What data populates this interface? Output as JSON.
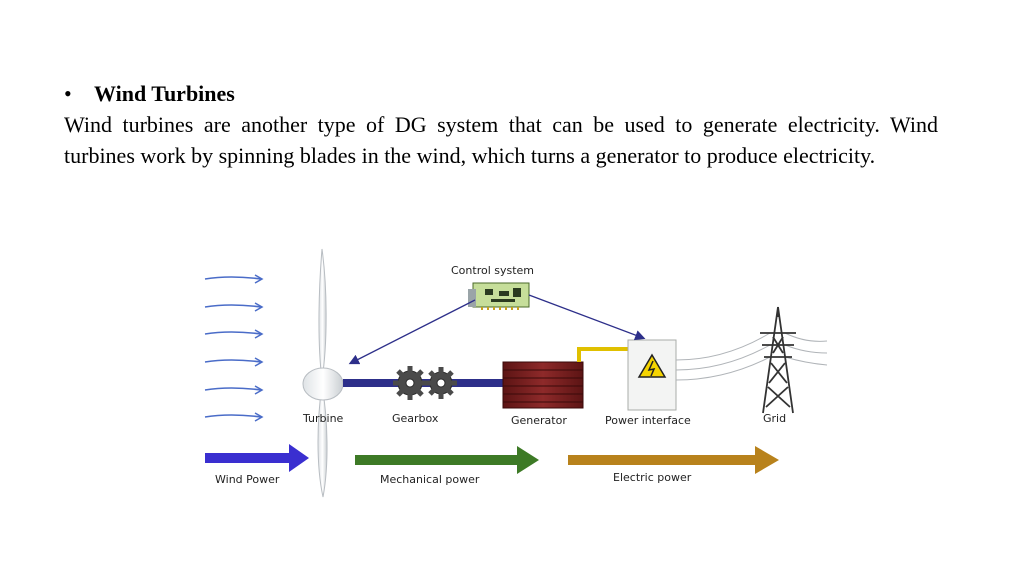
{
  "slide": {
    "bullet": "•",
    "heading": "Wind Turbines",
    "paragraph": "Wind turbines are another type of DG system that can be used to generate electricity. Wind turbines work by spinning blades in the wind, which turns a generator to produce electricity."
  },
  "diagram": {
    "labels": {
      "control_system": "Control system",
      "turbine": "Turbine",
      "gearbox": "Gearbox",
      "generator": "Generator",
      "power_interface": "Power interface",
      "grid": "Grid",
      "wind_power": "Wind Power",
      "mechanical_power": "Mechanical power",
      "electric_power": "Electric power"
    },
    "colors": {
      "wind_arrow": "#3a2fd0",
      "mechanical_arrow": "#3d7a26",
      "electric_arrow": "#b8821c",
      "wind_stream": "#4a6cc8",
      "generator": "#7a1d1d",
      "shaft": "#2d2f8a",
      "cable": "#e0c000"
    }
  }
}
